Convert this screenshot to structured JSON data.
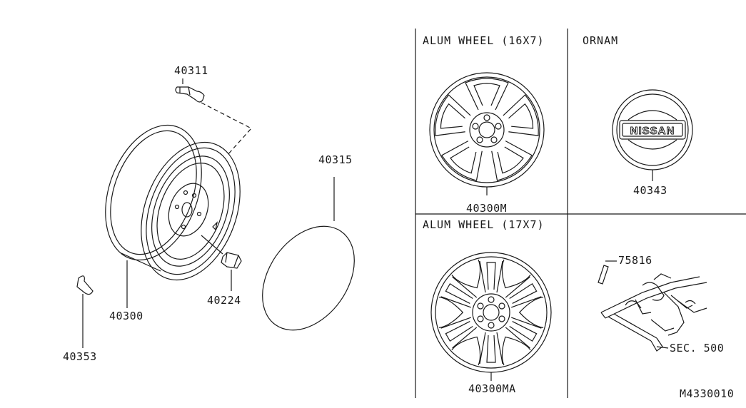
{
  "panels": {
    "alum_16": "ALUM WHEEL (16X7)",
    "ornam": "ORNAM",
    "alum_17": "ALUM WHEEL (17X7)"
  },
  "parts": {
    "p40311": "40311",
    "p40315": "40315",
    "p40300": "40300",
    "p40224": "40224",
    "p40353": "40353",
    "p40300M": "40300M",
    "p40343": "40343",
    "p40300MA": "40300MA",
    "p75816": "75816",
    "sec500": "SEC. 500"
  },
  "logo_text": "NISSAN",
  "diagram_code": "M4330010"
}
